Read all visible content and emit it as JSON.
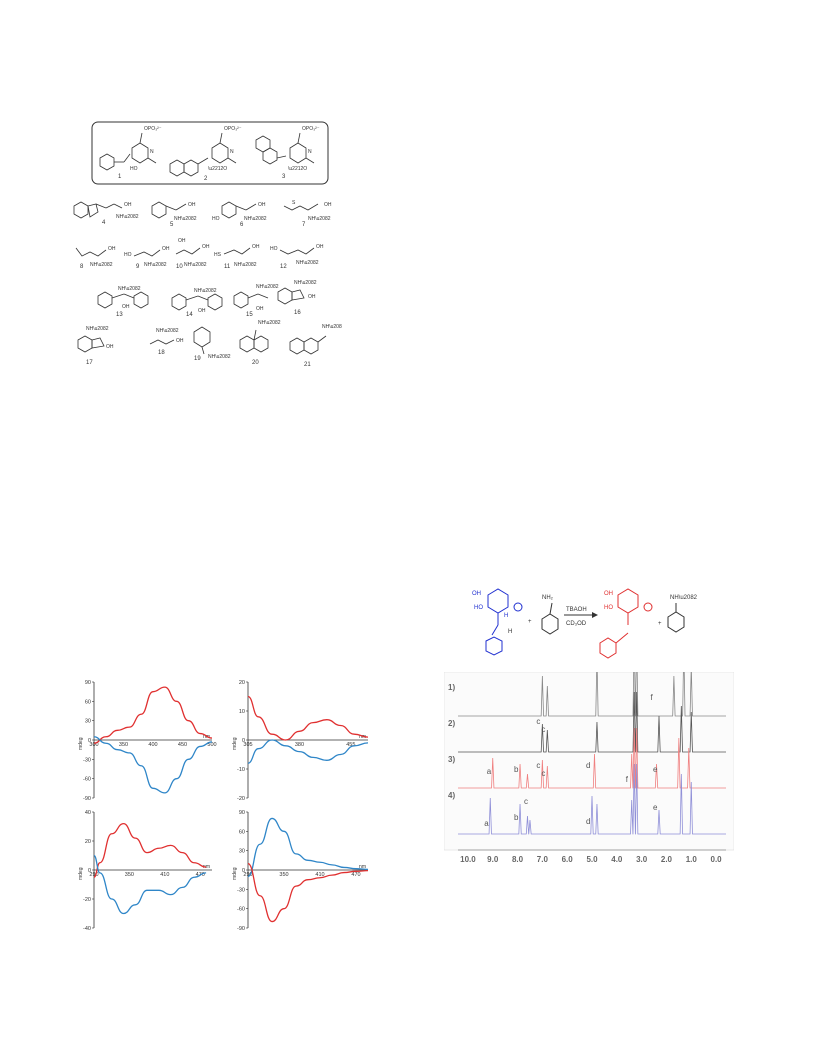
{
  "structures": {
    "boxed": [
      {
        "num": "1",
        "group": "OPO₃²⁻"
      },
      {
        "num": "2",
        "group": "OPO₃²⁻"
      },
      {
        "num": "3",
        "group": "OPO₃²⁻"
      }
    ],
    "row1": [
      "4",
      "5",
      "6",
      "7"
    ],
    "row2": [
      "8",
      "9",
      "10",
      "11",
      "12"
    ],
    "row3": [
      "13",
      "14",
      "15",
      "16"
    ],
    "row4": [
      "17",
      "18",
      "19",
      "20",
      "21"
    ]
  },
  "scheme": {
    "reagent": "TBAOH",
    "solvent": "CD₃OD",
    "amine_label": "NH₂"
  },
  "colors": {
    "red": "#e03030",
    "blue": "#2f86c8",
    "schemeBlue": "#2030d0",
    "nmr_red": "#f08080",
    "nmr_blue": "#9090d8"
  },
  "chart_data": [
    {
      "type": "line",
      "xlim": [
        300,
        500
      ],
      "ylim": [
        -90,
        90
      ],
      "ylabel": "mdeg",
      "xlabel": "nm",
      "xticks": [
        "300",
        "350",
        "400",
        "450",
        "500"
      ],
      "yticks": [
        "90",
        "60",
        "30",
        "0",
        "-30",
        "-60",
        "-90"
      ],
      "series": [
        {
          "color": "#e03030",
          "x": [
            300,
            320,
            340,
            360,
            380,
            400,
            420,
            440,
            460,
            480,
            500
          ],
          "y": [
            -5,
            5,
            15,
            20,
            40,
            75,
            82,
            60,
            30,
            10,
            3
          ]
        },
        {
          "color": "#2f86c8",
          "x": [
            300,
            320,
            340,
            360,
            380,
            400,
            420,
            440,
            460,
            480,
            500
          ],
          "y": [
            5,
            -5,
            -15,
            -20,
            -40,
            -75,
            -82,
            -60,
            -30,
            -10,
            -3
          ]
        }
      ]
    },
    {
      "type": "line",
      "xlim": [
        305,
        480
      ],
      "ylim": [
        -20,
        20
      ],
      "ylabel": "mdeg",
      "xlabel": "nm",
      "xticks": [
        "305",
        "380",
        "455"
      ],
      "yticks": [
        "20",
        "10",
        "0",
        "-10",
        "-20"
      ],
      "series": [
        {
          "color": "#e03030",
          "x": [
            305,
            320,
            340,
            360,
            380,
            400,
            420,
            440,
            460,
            480
          ],
          "y": [
            15,
            8,
            2,
            0,
            3,
            6,
            7,
            5,
            2,
            1
          ]
        },
        {
          "color": "#2f86c8",
          "x": [
            305,
            320,
            340,
            360,
            380,
            400,
            420,
            440,
            460,
            480
          ],
          "y": [
            -8,
            -3,
            0,
            -2,
            -4,
            -6,
            -7,
            -5,
            -2,
            -1
          ]
        }
      ]
    },
    {
      "type": "line",
      "xlim": [
        290,
        490
      ],
      "ylim": [
        -40,
        40
      ],
      "ylabel": "mdeg",
      "xlabel": "nm",
      "xticks": [
        "290",
        "350",
        "410",
        "470"
      ],
      "yticks": [
        "40",
        "20",
        "0",
        "-20",
        "-40"
      ],
      "series": [
        {
          "color": "#e03030",
          "x": [
            290,
            300,
            320,
            340,
            360,
            380,
            400,
            420,
            440,
            460,
            480
          ],
          "y": [
            -5,
            5,
            25,
            32,
            22,
            12,
            15,
            17,
            12,
            5,
            2
          ]
        },
        {
          "color": "#2f86c8",
          "x": [
            290,
            300,
            320,
            340,
            360,
            380,
            400,
            420,
            440,
            460,
            480
          ],
          "y": [
            10,
            -2,
            -20,
            -30,
            -24,
            -14,
            -14,
            -17,
            -12,
            -5,
            -2
          ]
        }
      ]
    },
    {
      "type": "line",
      "xlim": [
        290,
        490
      ],
      "ylim": [
        -90,
        90
      ],
      "ylabel": "mdeg",
      "xlabel": "nm",
      "xticks": [
        "290",
        "350",
        "410",
        "470"
      ],
      "yticks": [
        "90",
        "60",
        "30",
        "0",
        "-30",
        "-60",
        "-90"
      ],
      "series": [
        {
          "color": "#2f86c8",
          "x": [
            290,
            310,
            330,
            350,
            370,
            390,
            410,
            430,
            450,
            470,
            490
          ],
          "y": [
            -10,
            40,
            80,
            60,
            25,
            15,
            12,
            8,
            4,
            2,
            1
          ]
        },
        {
          "color": "#e03030",
          "x": [
            290,
            310,
            330,
            350,
            370,
            390,
            410,
            430,
            450,
            470,
            490
          ],
          "y": [
            10,
            -40,
            -80,
            -60,
            -25,
            -15,
            -12,
            -8,
            -4,
            -2,
            -1
          ]
        }
      ]
    }
  ],
  "nmr": {
    "traces": [
      "1)",
      "2)",
      "3)",
      "4)"
    ],
    "ticks": [
      "10.0",
      "9.0",
      "8.0",
      "7.0",
      "6.0",
      "5.0",
      "4.0",
      "3.0",
      "2.0",
      "1.0",
      "0.0"
    ],
    "peak_labels": [
      {
        "text": "c",
        "trace": "2"
      },
      {
        "text": "c",
        "trace": "2"
      },
      {
        "text": "f",
        "trace": "1"
      },
      {
        "text": "a",
        "trace": "3"
      },
      {
        "text": "b",
        "trace": "3"
      },
      {
        "text": "c",
        "trace": "3"
      },
      {
        "text": "c",
        "trace": "3"
      },
      {
        "text": "d",
        "trace": "3"
      },
      {
        "text": "f",
        "trace": "3"
      },
      {
        "text": "e",
        "trace": "3"
      },
      {
        "text": "a",
        "trace": "4"
      },
      {
        "text": "b",
        "trace": "4"
      },
      {
        "text": "c",
        "trace": "4"
      },
      {
        "text": "d",
        "trace": "4"
      },
      {
        "text": "e",
        "trace": "4"
      }
    ]
  }
}
